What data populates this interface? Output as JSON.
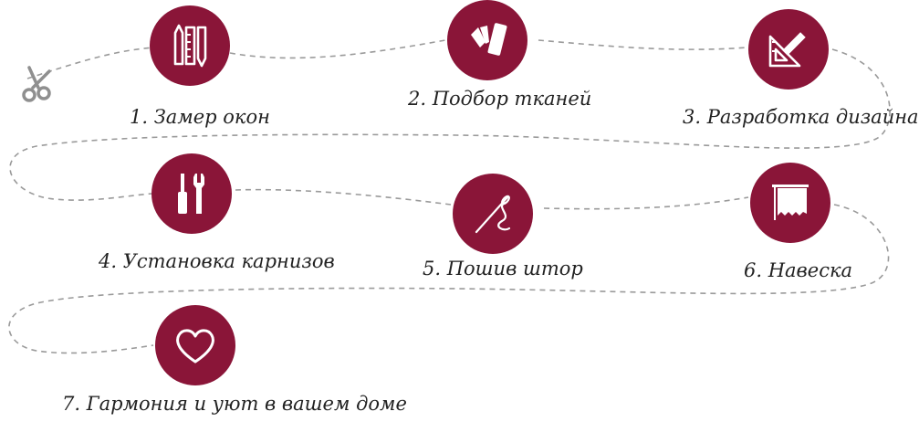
{
  "colors": {
    "accent": "#8a1538",
    "path": "#9a9a9a",
    "icon": "#ffffff",
    "scissors": "#8f8f8f"
  },
  "steps": [
    {
      "label": "1. Замер окон",
      "icon": "ruler-pencil-icon"
    },
    {
      "label": "2. Подбор тканей",
      "icon": "fabric-swatches-icon"
    },
    {
      "label": "3. Разработка дизайна",
      "icon": "design-tools-icon"
    },
    {
      "label": "4. Установка карнизов",
      "icon": "screwdriver-wrench-icon"
    },
    {
      "label": "5. Пошив штор",
      "icon": "needle-thread-icon"
    },
    {
      "label": "6. Навеска",
      "icon": "curtain-icon"
    },
    {
      "label": "7. Гармония и уют в вашем доме",
      "icon": "heart-icon"
    }
  ]
}
